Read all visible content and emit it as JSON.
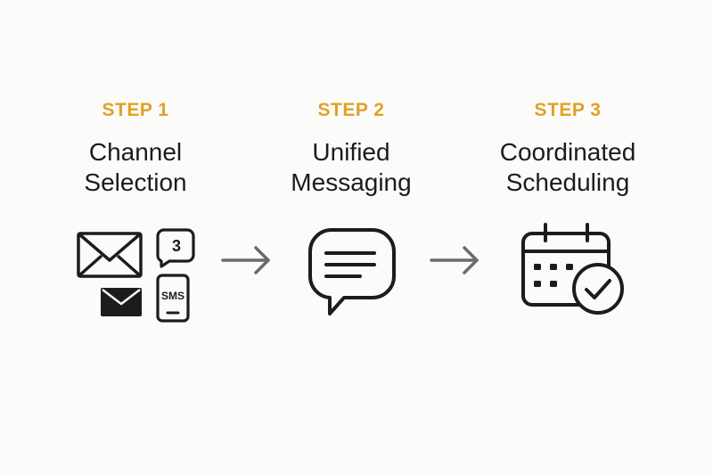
{
  "colors": {
    "accent": "#e2a124",
    "text": "#1c1c1c",
    "icon": "#1c1c1c",
    "arrow": "#6b6b6b",
    "background": "#fbfbf9"
  },
  "steps": [
    {
      "label": "STEP 1",
      "title_line1": "Channel",
      "title_line2": "Selection",
      "icons": [
        "envelope-outline-icon",
        "chat-badge-icon",
        "envelope-filled-icon",
        "phone-sms-icon"
      ],
      "badge_number": "3",
      "sms_text": "SMS"
    },
    {
      "label": "STEP 2",
      "title_line1": "Unified",
      "title_line2": "Messaging",
      "icons": [
        "speech-bubble-icon"
      ]
    },
    {
      "label": "STEP 3",
      "title_line1": "Coordinated",
      "title_line2": "Scheduling",
      "icons": [
        "calendar-check-icon"
      ]
    }
  ],
  "arrows": [
    "arrow-right-icon",
    "arrow-right-icon"
  ]
}
